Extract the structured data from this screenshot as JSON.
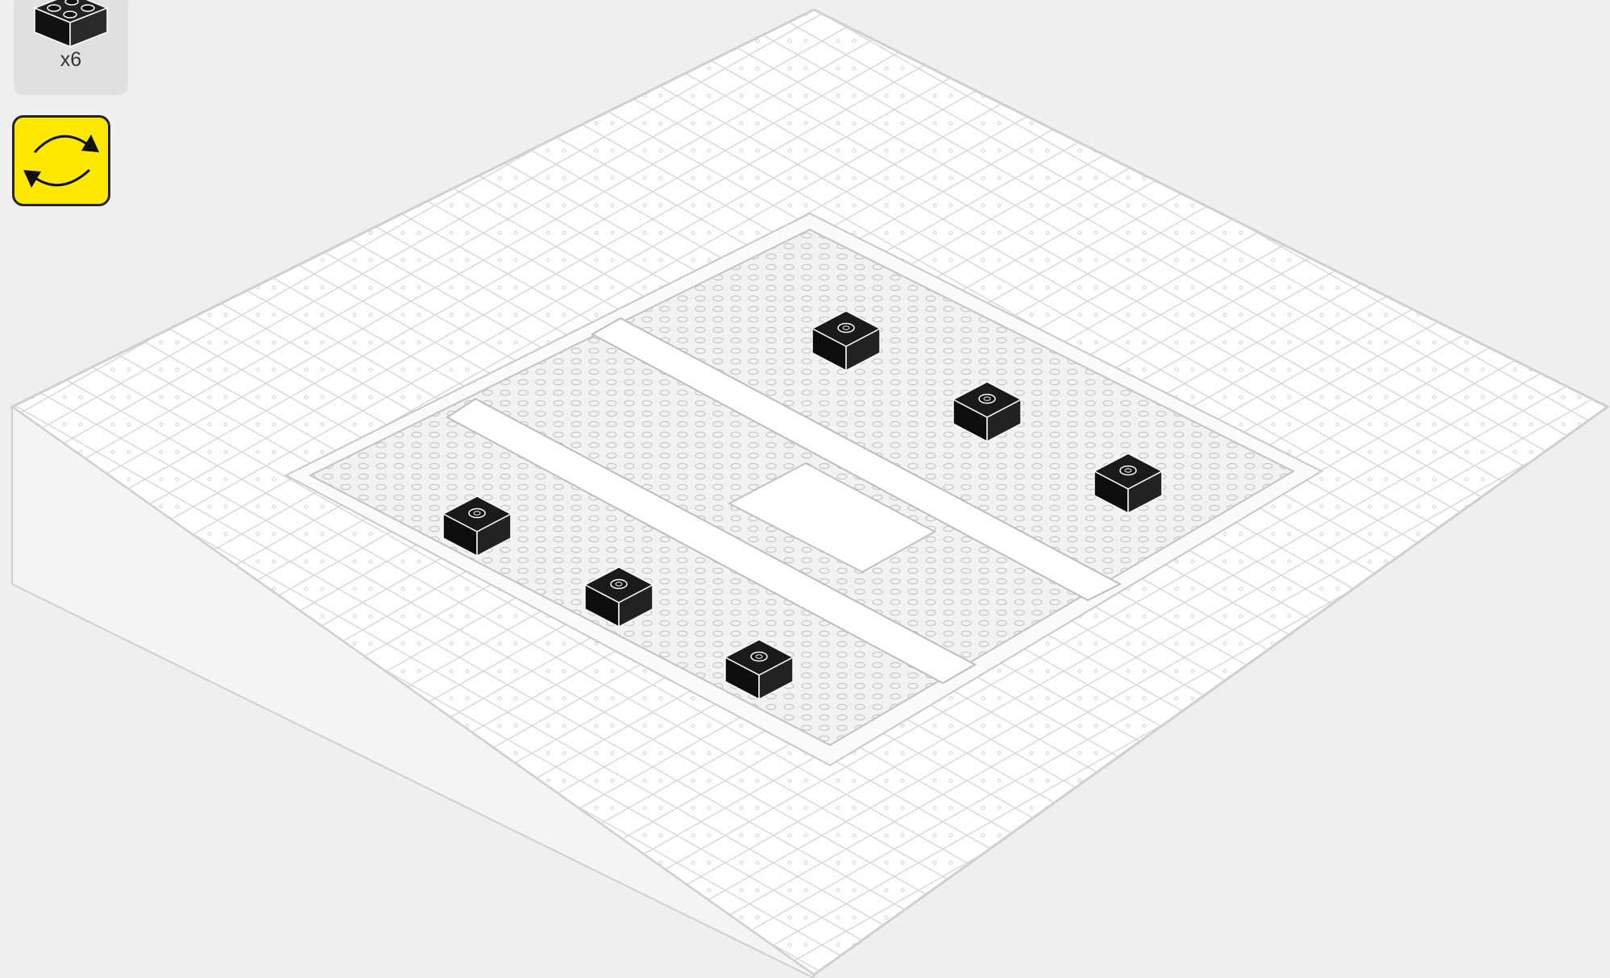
{
  "parts_callout": {
    "part": "black 2x2 brick",
    "icon": "brick-2x2-icon",
    "quantity_label": "x6"
  },
  "rotate_control": {
    "icon": "rotate-arrows-icon",
    "color": "#ffe800"
  },
  "model": {
    "description_colors": {
      "placed_brick": "#111111",
      "existing": "#ffffff",
      "outline": "#c9c9c9"
    },
    "new_bricks_count": 6
  }
}
